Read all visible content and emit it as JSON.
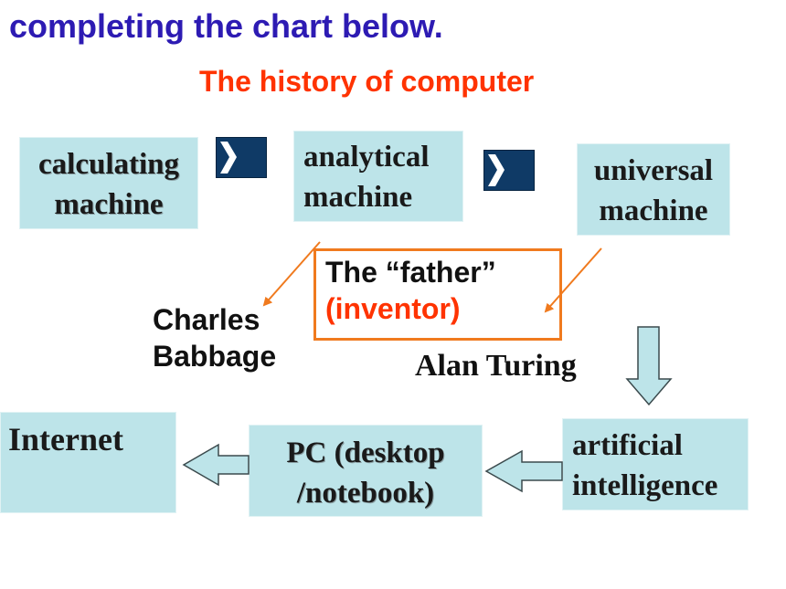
{
  "heading": "completing the chart below.",
  "title": "The history of computer",
  "nodes": {
    "calculating_machine": [
      "calculating",
      "machine"
    ],
    "analytical_machine": [
      "analytical",
      "machine"
    ],
    "universal_machine": [
      "universal",
      "machine"
    ],
    "artificial_intelligence": [
      "artificial",
      "intelligence"
    ],
    "pc": [
      "PC (desktop",
      "/notebook)"
    ],
    "internet": "Internet"
  },
  "callout": {
    "line1": "The “father”",
    "line2": "(inventor)"
  },
  "people": {
    "babbage": [
      "Charles",
      "Babbage"
    ],
    "turing": "Alan Turing"
  },
  "colors": {
    "heading": "#2d1bb3",
    "title": "#ff3300",
    "box_fill": "#bde4e9",
    "callout_border": "#f07a1e",
    "pointer_line": "#f07a1e",
    "arrow_fill": "#bde4e9",
    "small_arrow_fill": "#0f3a66"
  }
}
